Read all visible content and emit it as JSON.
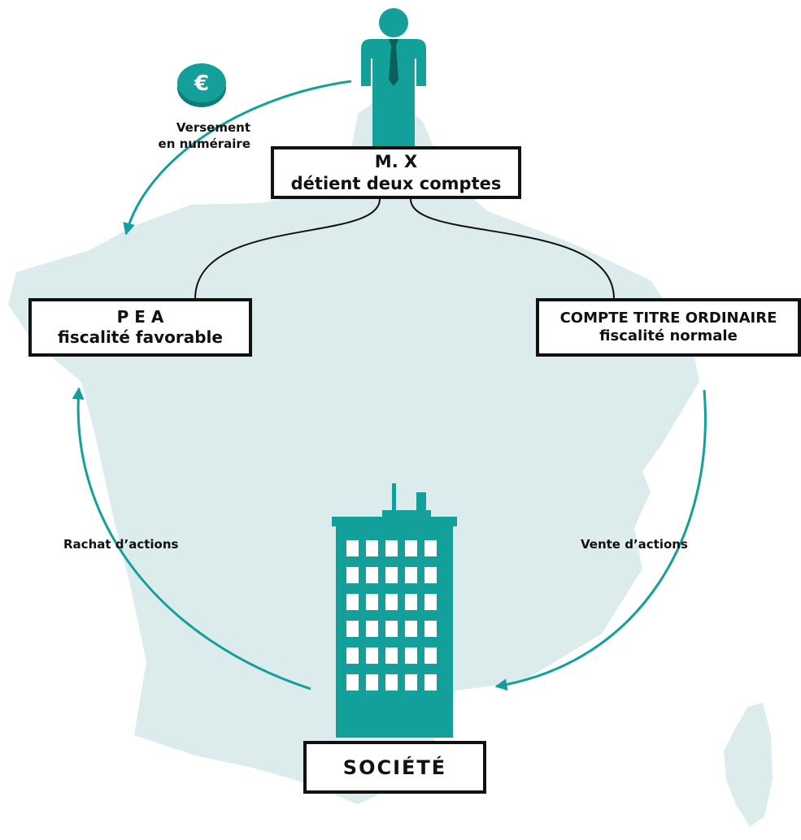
{
  "colors": {
    "teal": "#14a09a",
    "map": "#dcebeb",
    "ink": "#111111"
  },
  "icons": {
    "person": "businessman-icon",
    "coin": "euro-coin-icon",
    "building": "office-building-icon",
    "map": "france-map"
  },
  "nodes": {
    "owner": {
      "line1": "M. X",
      "line2": "détient deux comptes"
    },
    "pea": {
      "line1": "P E A",
      "line2": "fiscalité favorable"
    },
    "cto": {
      "line1": "COMPTE TITRE ORDINAIRE",
      "line2": "fiscalité normale"
    },
    "company": {
      "line1": "SOCIÉTÉ"
    }
  },
  "coin_symbol": "€",
  "flows": {
    "cash": {
      "line1": "Versement",
      "line2": "en numéraire"
    },
    "buyback": {
      "label": "Rachat d’actions"
    },
    "sale": {
      "label": "Vente d’actions"
    }
  }
}
